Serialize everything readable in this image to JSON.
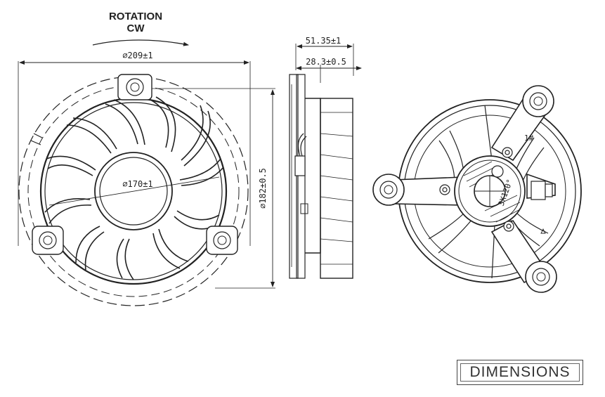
{
  "front_view": {
    "rotation_label": "ROTATION",
    "direction_label": "CW",
    "outer_diameter": "⌀209±1",
    "hub_diameter": "⌀170±1",
    "height_dim": "⌀182±0.5"
  },
  "side_view": {
    "total_depth": "51.35±1",
    "frame_depth": "28.3±0.5"
  },
  "rear_view": {
    "marker_1": "1#",
    "screw_spec": "3X120°"
  },
  "badge": {
    "label": "DIMENSIONS"
  }
}
